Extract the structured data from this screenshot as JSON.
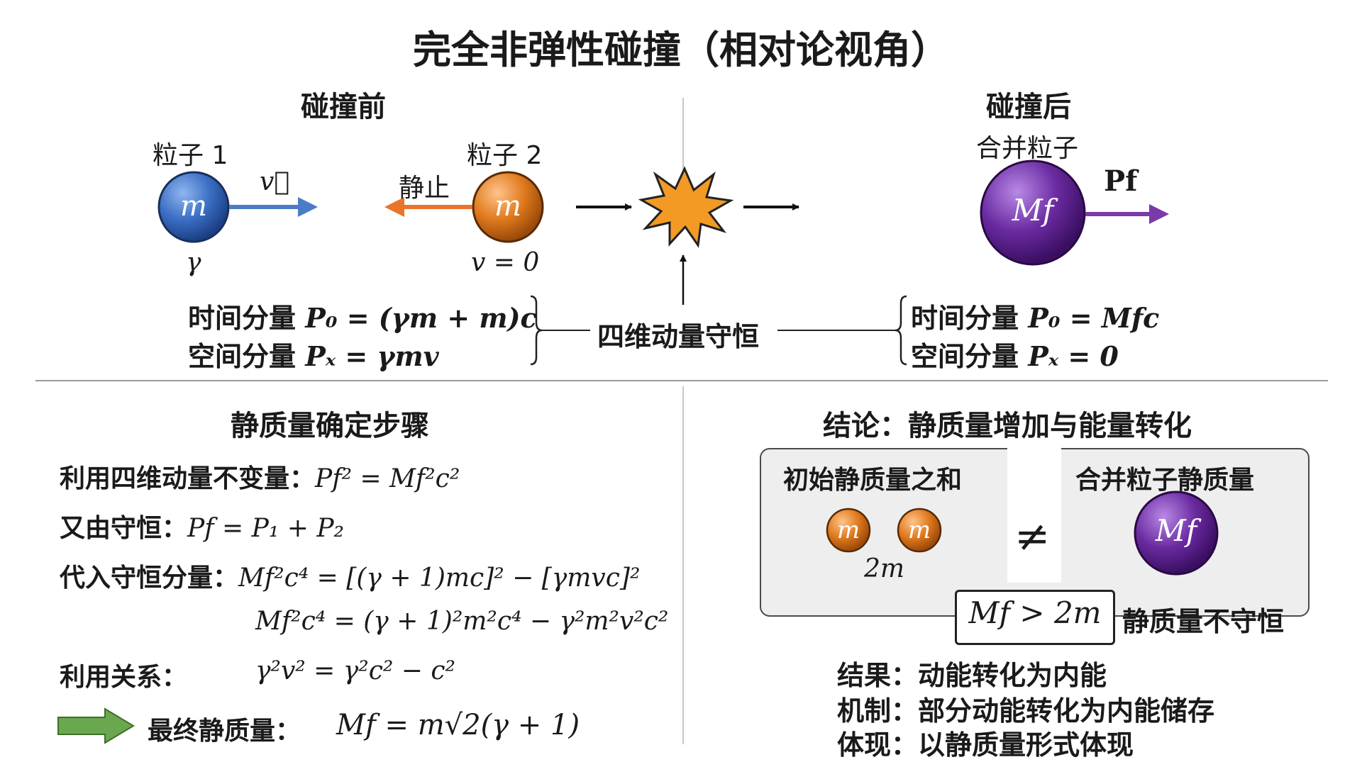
{
  "title": "完全非弹性碰撞（相对论视角）",
  "before": {
    "heading": "碰撞前",
    "particle1": {
      "label": "粒子 1",
      "mass": "m",
      "velocity": "v⃗",
      "gamma": "γ",
      "color": "#3b6fc4"
    },
    "particle2": {
      "label": "粒子 2",
      "mass": "m",
      "rest": "静止",
      "velocity": "v = 0",
      "color": "#e07a1e"
    },
    "time_label": "时间分量",
    "time_eq": "P₀ = (γm + m)c",
    "space_label": "空间分量",
    "space_eq": "Pₓ = γmv"
  },
  "conservation": "四维动量守恒",
  "after": {
    "heading": "碰撞后",
    "merged_label": "合并粒子",
    "mass": "Mf",
    "momentum": "Pf",
    "color": "#6a2aa0",
    "time_label": "时间分量",
    "time_eq": "P₀ = Mfc",
    "space_label": "空间分量",
    "space_eq": "Pₓ = 0"
  },
  "steps": {
    "heading": "静质量确定步骤",
    "rows": [
      {
        "label": "利用四维动量不变量：",
        "eq": "Pf² = Mf²c²"
      },
      {
        "label": "又由守恒：",
        "eq": "Pf = P₁ + P₂"
      },
      {
        "label": "代入守恒分量：",
        "eq": "Mf²c⁴ = [(γ + 1)mc]² − [γmvc]²"
      },
      {
        "label": "",
        "eq": "Mf²c⁴ = (γ + 1)²m²c⁴ − γ²m²v²c²"
      },
      {
        "label": "利用关系：",
        "eq": "γ²v² = γ²c² − c²"
      }
    ],
    "final_label": "最终静质量：",
    "final_eq": "Mf = m√2(γ + 1)",
    "arrow_color": "#6aa84f"
  },
  "conclusion": {
    "heading": "结论：静质量增加与能量转化",
    "initial_label": "初始静质量之和",
    "initial_mass": "m",
    "initial_sum": "2m",
    "merged_label": "合并粒子静质量",
    "merged_mass": "Mf",
    "neq": "≠",
    "inequality": "Mf > 2m",
    "not_conserved": "静质量不守恒",
    "results": [
      {
        "label": "结果：",
        "text": "动能转化为内能"
      },
      {
        "label": "机制：",
        "text": "部分动能转化为内能储存"
      },
      {
        "label": "体现：",
        "text": "以静质量形式体现"
      }
    ]
  }
}
